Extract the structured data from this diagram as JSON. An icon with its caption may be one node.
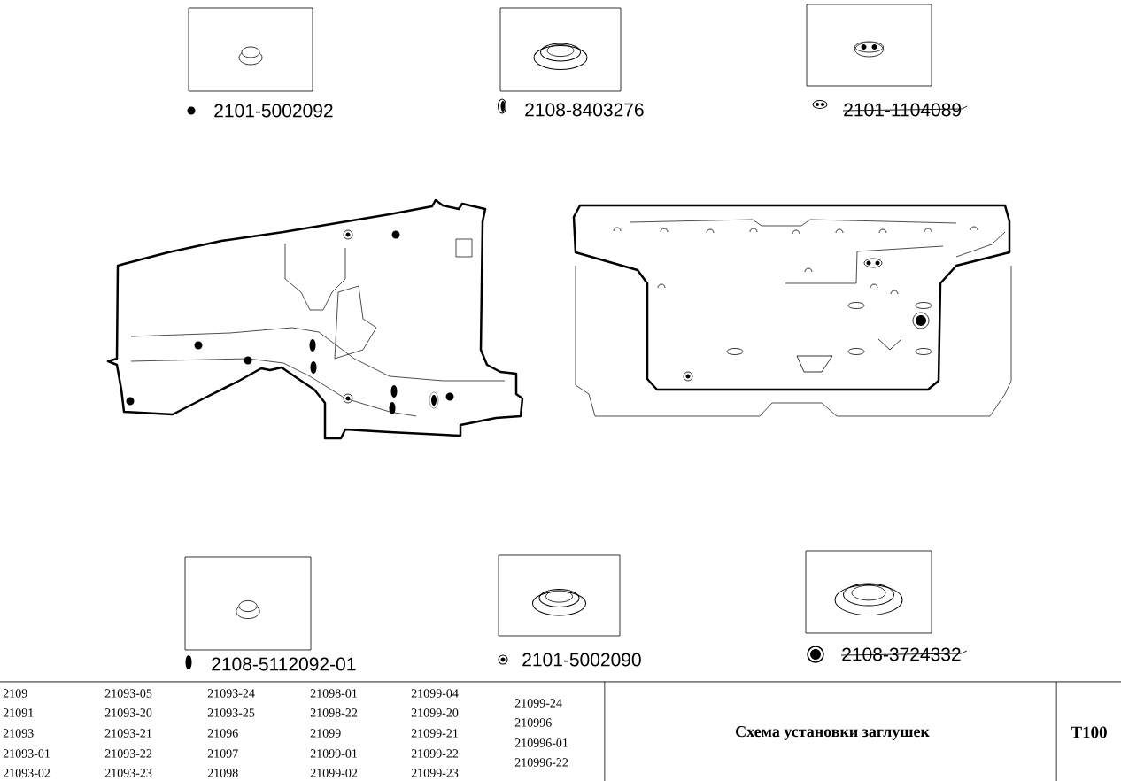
{
  "diagram": {
    "nodes": [
      {
        "text": [],
        "shape": "picture",
        "beside": [
          "2101-5002092"
        ]
      },
      {
        "text": [],
        "shape": "picture",
        "beside": [
          "2108-8403276"
        ]
      },
      {
        "text": [],
        "shape": "picture",
        "beside": [
          "2101-1104089"
        ]
      },
      {
        "text": [],
        "shape": "picture",
        "beside": [
          "2108-5112092-01"
        ]
      },
      {
        "text": [],
        "shape": "picture",
        "beside": [
          "2101-5002090"
        ]
      },
      {
        "text": [],
        "shape": "picture",
        "beside": [
          "2108-3724332"
        ]
      }
    ],
    "edges": [],
    "labels": [
      "2109",
      "21093-05",
      "21093-24",
      "21098-01",
      "21099-04",
      "21099-24",
      "21091",
      "21093-20",
      "21093-25",
      "21098-22",
      "21099-20",
      "210996",
      "21093",
      "21093-21",
      "21096",
      "21099",
      "21099-21",
      "210996-01",
      "21093-01",
      "21093-22",
      "21097",
      "21099-01",
      "21099-22",
      "210996-22",
      "21093-02",
      "21093-23",
      "21098",
      "21099-02",
      "21099-23",
      "Схема установки заглушек",
      "T100"
    ]
  }
}
